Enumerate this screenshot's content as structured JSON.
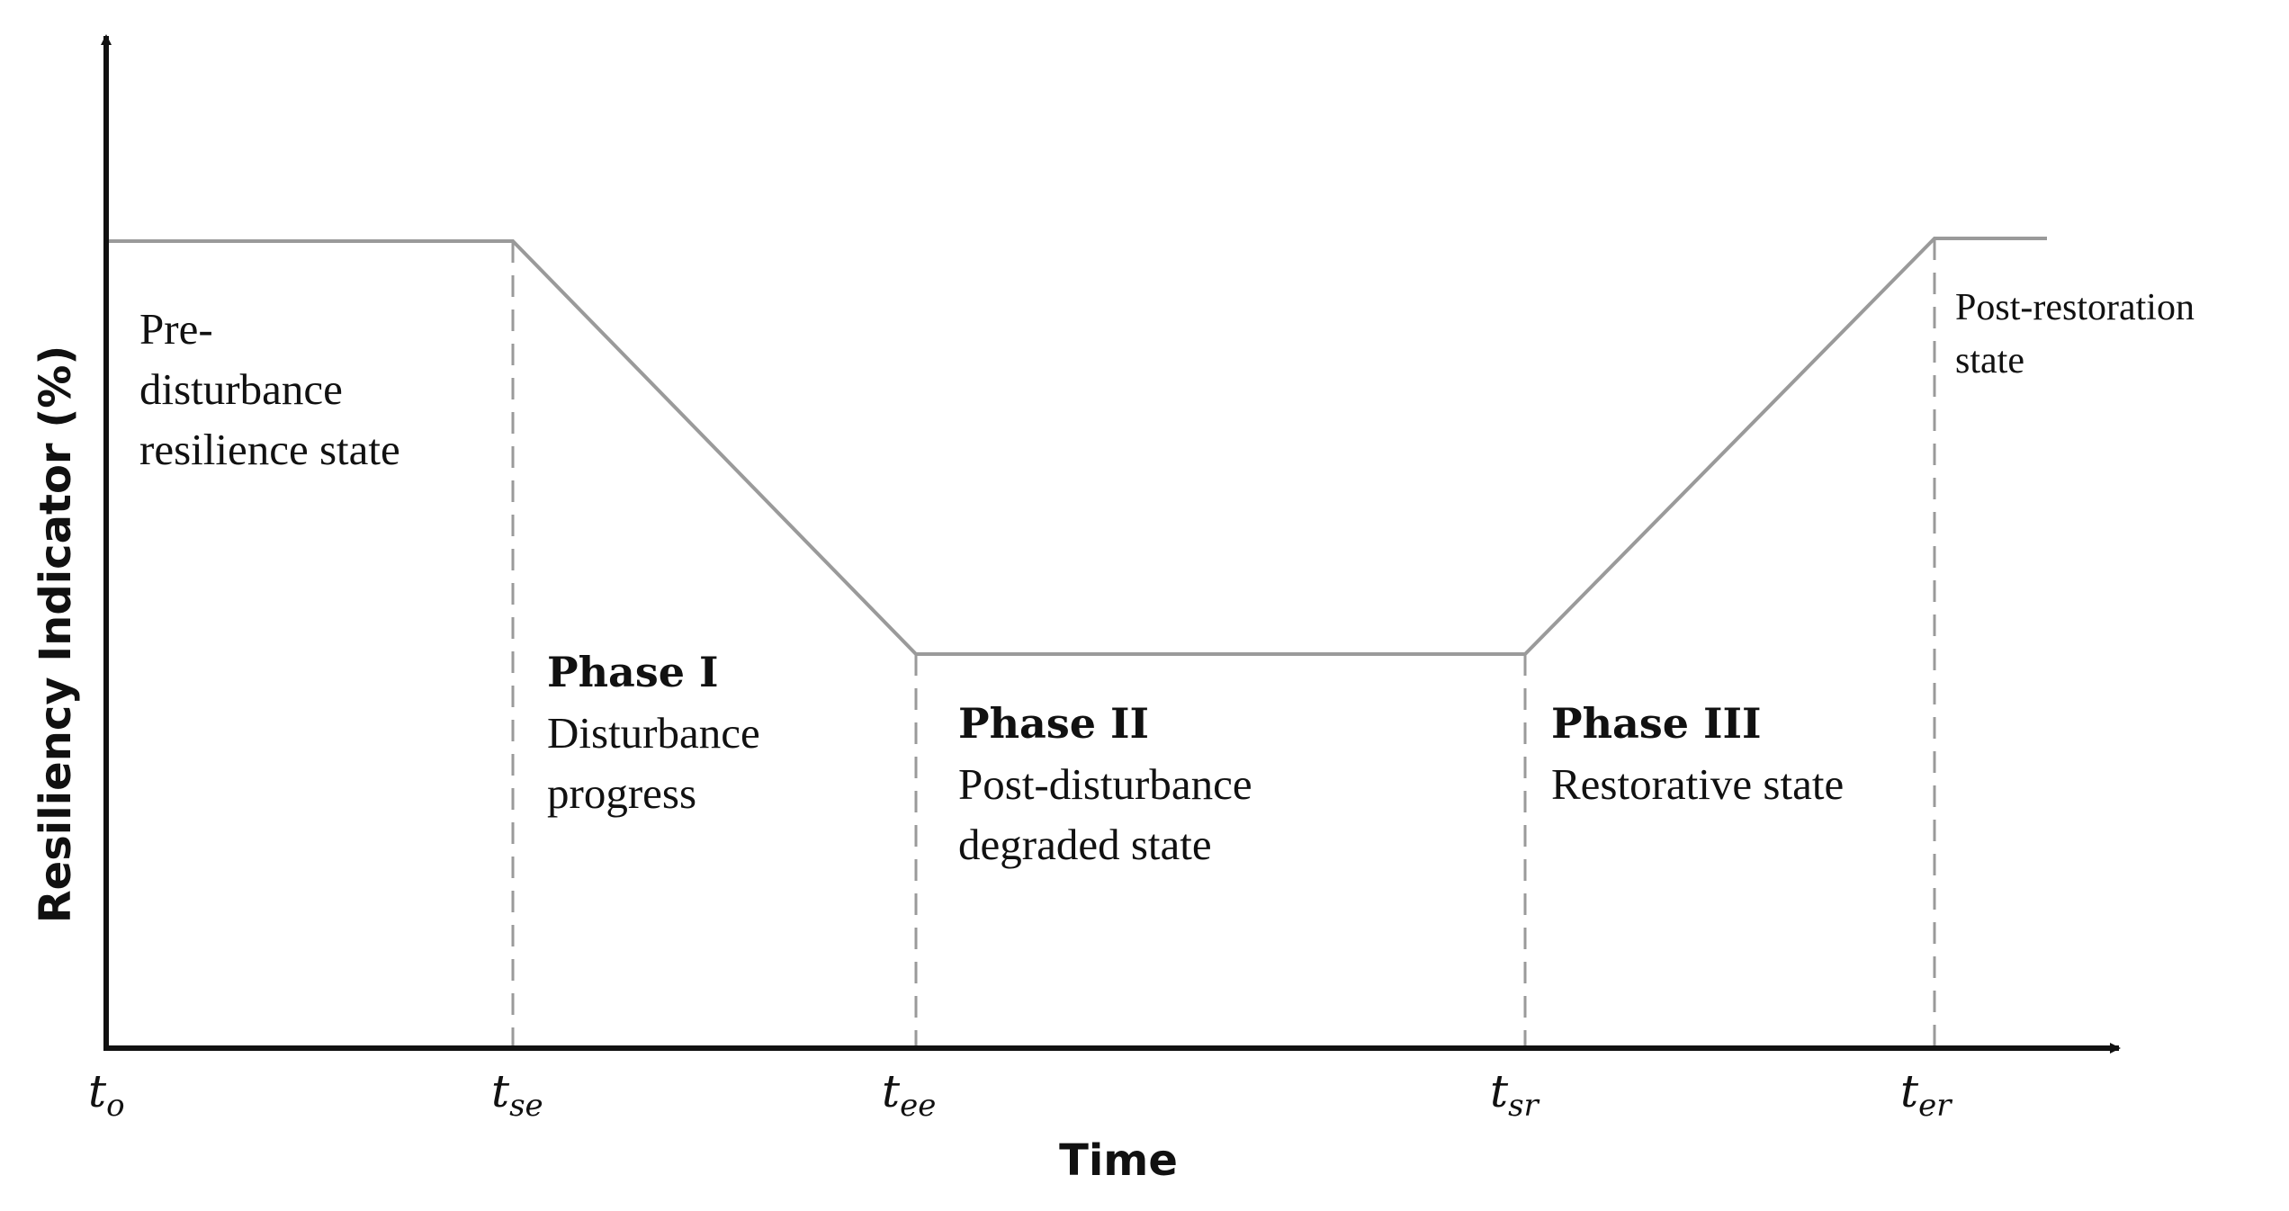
{
  "chart_data": {
    "type": "line",
    "title": "",
    "ylabel": "Resiliency Indicator (%)",
    "xlabel": "Time",
    "ticks": [
      {
        "main": "t",
        "sub": "o"
      },
      {
        "main": "t",
        "sub": "se"
      },
      {
        "main": "t",
        "sub": "ee"
      },
      {
        "main": "t",
        "sub": "sr"
      },
      {
        "main": "t",
        "sub": "er"
      }
    ],
    "regions": {
      "pre": {
        "line1": "Pre-",
        "line2": "disturbance",
        "line3": "resilience state"
      },
      "phase1": {
        "title": "Phase I",
        "line1": "Disturbance",
        "line2": "progress"
      },
      "phase2": {
        "title": "Phase II",
        "line1": "Post-disturbance",
        "line2": "degraded state"
      },
      "phase3": {
        "title": "Phase III",
        "line1": "Restorative state"
      },
      "post": {
        "line1": "Post-restoration",
        "line2": "state"
      }
    },
    "colors": {
      "axis": "#111111",
      "curve": "#9a9a9a",
      "dashed": "#9a9a9a"
    }
  }
}
